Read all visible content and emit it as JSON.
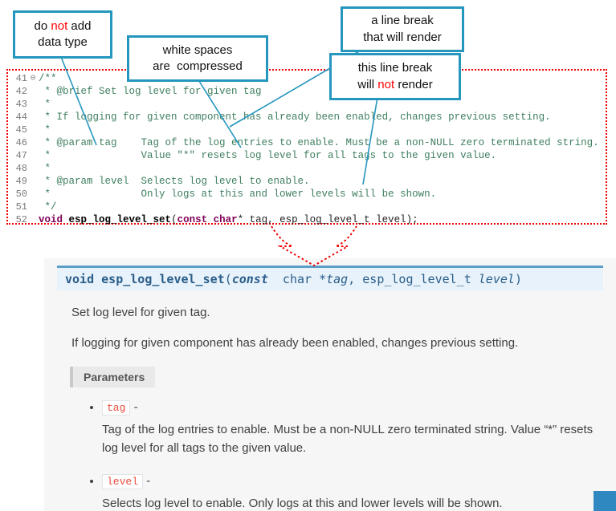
{
  "colors": {
    "callout_border": "#2596be",
    "annotation_red": "#ff0000",
    "comment_green": "#3f7f5f",
    "keyword_purple": "#7f0055",
    "dotted_outline_red": "#ee0000",
    "signature_bg": "#e7f2fa",
    "signature_border": "#5b9ec9",
    "signature_text": "#2a5d8a",
    "param_literal_red": "#e74c3c",
    "doc_bg": "#f6f6f6",
    "corner_button_blue": "#2f88c0"
  },
  "callouts": [
    {
      "lines": [
        [
          {
            "t": "do "
          },
          {
            "t": "not",
            "red": true
          },
          {
            "t": " add"
          }
        ],
        [
          {
            "t": "data type"
          }
        ]
      ]
    },
    {
      "lines": [
        [
          {
            "t": "white spaces"
          }
        ],
        [
          {
            "t": "are  compressed"
          }
        ]
      ]
    },
    {
      "lines": [
        [
          {
            "t": "a line break"
          }
        ],
        [
          {
            "t": "that will render"
          }
        ]
      ]
    },
    {
      "lines": [
        [
          {
            "t": "this line break"
          }
        ],
        [
          {
            "t": "will "
          },
          {
            "t": "not",
            "red": true
          },
          {
            "t": " render"
          }
        ]
      ]
    }
  ],
  "code": {
    "lines": [
      {
        "num": "41",
        "fold": true,
        "segs": [
          {
            "t": "/**",
            "c": "comment"
          }
        ]
      },
      {
        "num": "42",
        "segs": [
          {
            "t": " * @brief Set log level for given tag",
            "c": "comment"
          }
        ]
      },
      {
        "num": "43",
        "segs": [
          {
            "t": " *",
            "c": "comment"
          }
        ]
      },
      {
        "num": "44",
        "segs": [
          {
            "t": " * If logging for given component has already been enabled, changes previous setting.",
            "c": "comment"
          }
        ]
      },
      {
        "num": "45",
        "segs": [
          {
            "t": " *",
            "c": "comment"
          }
        ]
      },
      {
        "num": "46",
        "segs": [
          {
            "t": " * @param tag    Tag of the log entries to enable. Must be a non-NULL zero terminated string.",
            "c": "comment"
          }
        ]
      },
      {
        "num": "47",
        "segs": [
          {
            "t": " *               Value \"*\" resets log level for all tags to the given value.",
            "c": "comment"
          }
        ]
      },
      {
        "num": "48",
        "segs": [
          {
            "t": " *",
            "c": "comment"
          }
        ]
      },
      {
        "num": "49",
        "segs": [
          {
            "t": " * @param level  Selects log level to enable.",
            "c": "comment"
          }
        ]
      },
      {
        "num": "50",
        "segs": [
          {
            "t": " *               Only logs at this and lower levels will be shown.",
            "c": "comment"
          }
        ]
      },
      {
        "num": "51",
        "segs": [
          {
            "t": " */",
            "c": "comment"
          }
        ]
      },
      {
        "num": "52",
        "segs": [
          {
            "t": "void",
            "c": "kw"
          },
          {
            "t": " ",
            "c": "plain"
          },
          {
            "t": "esp_log_level_set",
            "c": "fname"
          },
          {
            "t": "(",
            "c": "plain"
          },
          {
            "t": "const",
            "c": "kw"
          },
          {
            "t": " ",
            "c": "plain"
          },
          {
            "t": "char",
            "c": "kw"
          },
          {
            "t": "* tag, esp_log_level_t level);",
            "c": "plain"
          }
        ]
      }
    ]
  },
  "doc": {
    "signature": [
      {
        "t": "void",
        "c": "b"
      },
      {
        "t": " ",
        "c": "n"
      },
      {
        "t": "esp_log_level_set",
        "c": "b"
      },
      {
        "t": "(",
        "c": "n"
      },
      {
        "t": "const",
        "c": "bi"
      },
      {
        "t": "  char *",
        "c": "n"
      },
      {
        "t": "tag",
        "c": "i"
      },
      {
        "t": ", esp_log_level_t ",
        "c": "n"
      },
      {
        "t": "level",
        "c": "i"
      },
      {
        "t": ")",
        "c": "n"
      }
    ],
    "p1": "Set log level for given tag.",
    "p2": "If logging for given component has already been enabled, changes previous setting.",
    "params_label": "Parameters",
    "params": [
      {
        "name": "tag",
        "dash": "-",
        "desc": "Tag of the log entries to enable. Must be a non-NULL zero terminated string. Value “*” resets log level for all tags to the given value."
      },
      {
        "name": "level",
        "dash": "-",
        "desc": "Selects log level to enable. Only logs at this and lower levels will be shown."
      }
    ]
  }
}
